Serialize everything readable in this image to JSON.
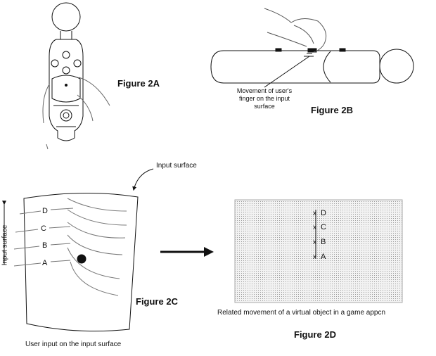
{
  "figures": {
    "fig_2a": "Figure 2A",
    "fig_2b": "Figure 2B",
    "fig_2c": "Figure 2C",
    "fig_2d": "Figure 2D"
  },
  "fig_2b_callout": "Movement of user's finger on the input surface",
  "fig_2c": {
    "input_surface_callout": "Input surface",
    "axis_label": "Input surface",
    "points": [
      "D",
      "C",
      "B",
      "A"
    ],
    "caption": "User input on the input surface"
  },
  "fig_2d": {
    "points": [
      "D",
      "C",
      "B",
      "A"
    ],
    "caption": "Related movement of a virtual object in a game appcn"
  },
  "colors": {
    "ink": "#111111",
    "screen_fill": "#e6e6e6"
  }
}
